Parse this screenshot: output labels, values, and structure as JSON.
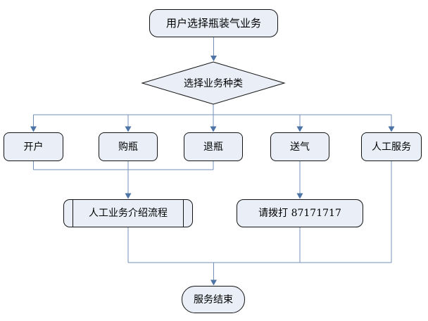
{
  "flowchart": {
    "nodes": {
      "start": {
        "label": "用户选择瓶装气业务",
        "shape": "terminator"
      },
      "decision": {
        "label": "选择业务种类",
        "shape": "diamond"
      },
      "open_account": {
        "label": "开户",
        "shape": "process"
      },
      "buy_bottle": {
        "label": "购瓶",
        "shape": "process"
      },
      "return_bottle": {
        "label": "退瓶",
        "shape": "process"
      },
      "deliver_gas": {
        "label": "送气",
        "shape": "process"
      },
      "manual_service": {
        "label": "人工服务",
        "shape": "process"
      },
      "intro_process": {
        "label": "人工业务介绍流程",
        "shape": "predefined-process"
      },
      "call_number": {
        "label": "请拨打 87171717",
        "shape": "process"
      },
      "end": {
        "label": "服务结束",
        "shape": "terminator"
      }
    },
    "edges": [
      {
        "from": "start",
        "to": "decision"
      },
      {
        "from": "decision",
        "to": "open_account"
      },
      {
        "from": "decision",
        "to": "buy_bottle"
      },
      {
        "from": "decision",
        "to": "return_bottle"
      },
      {
        "from": "decision",
        "to": "deliver_gas"
      },
      {
        "from": "decision",
        "to": "manual_service"
      },
      {
        "from": "open_account",
        "to": "intro_process"
      },
      {
        "from": "buy_bottle",
        "to": "intro_process"
      },
      {
        "from": "return_bottle",
        "to": "intro_process"
      },
      {
        "from": "deliver_gas",
        "to": "call_number"
      },
      {
        "from": "intro_process",
        "to": "end"
      },
      {
        "from": "call_number",
        "to": "end"
      },
      {
        "from": "manual_service",
        "to": "end"
      }
    ],
    "colors": {
      "background": "#FFFFFF",
      "node_fill": "#E9EEF7",
      "node_border": "#141414",
      "connector": "#7390B8",
      "arrowhead": "#4E74A6",
      "text": "#000000"
    }
  }
}
